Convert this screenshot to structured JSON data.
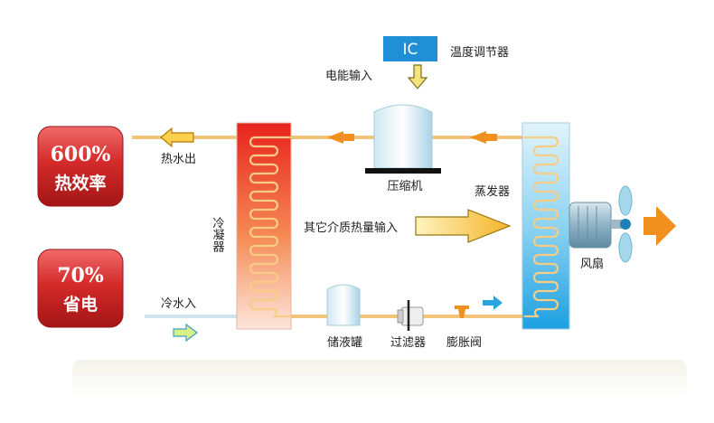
{
  "badges": {
    "efficiency": {
      "value": "600%",
      "text": "热效率"
    },
    "saving": {
      "value": "70%",
      "text": "省电"
    }
  },
  "labels": {
    "ic": "IC",
    "temp_regulator": "温度调节器",
    "power_input": "电能输入",
    "hot_water_out": "热水出",
    "cold_water_in": "冷水入",
    "compressor": "压缩机",
    "evaporator": "蒸发器",
    "condenser": "冷凝器",
    "heat_input": "其它介质热量输入",
    "fan": "风扇",
    "liquid_tank": "储液罐",
    "filter": "过滤器",
    "expansion_valve": "膨胀阀"
  },
  "colors": {
    "pipe": "#f2c479",
    "arrow_orange": "#f0901e",
    "arrow_blue": "#2aa3e0",
    "badge_red": "#d42a2a",
    "ic_blue": "#1f8fd6",
    "coil": "#f5c879"
  }
}
